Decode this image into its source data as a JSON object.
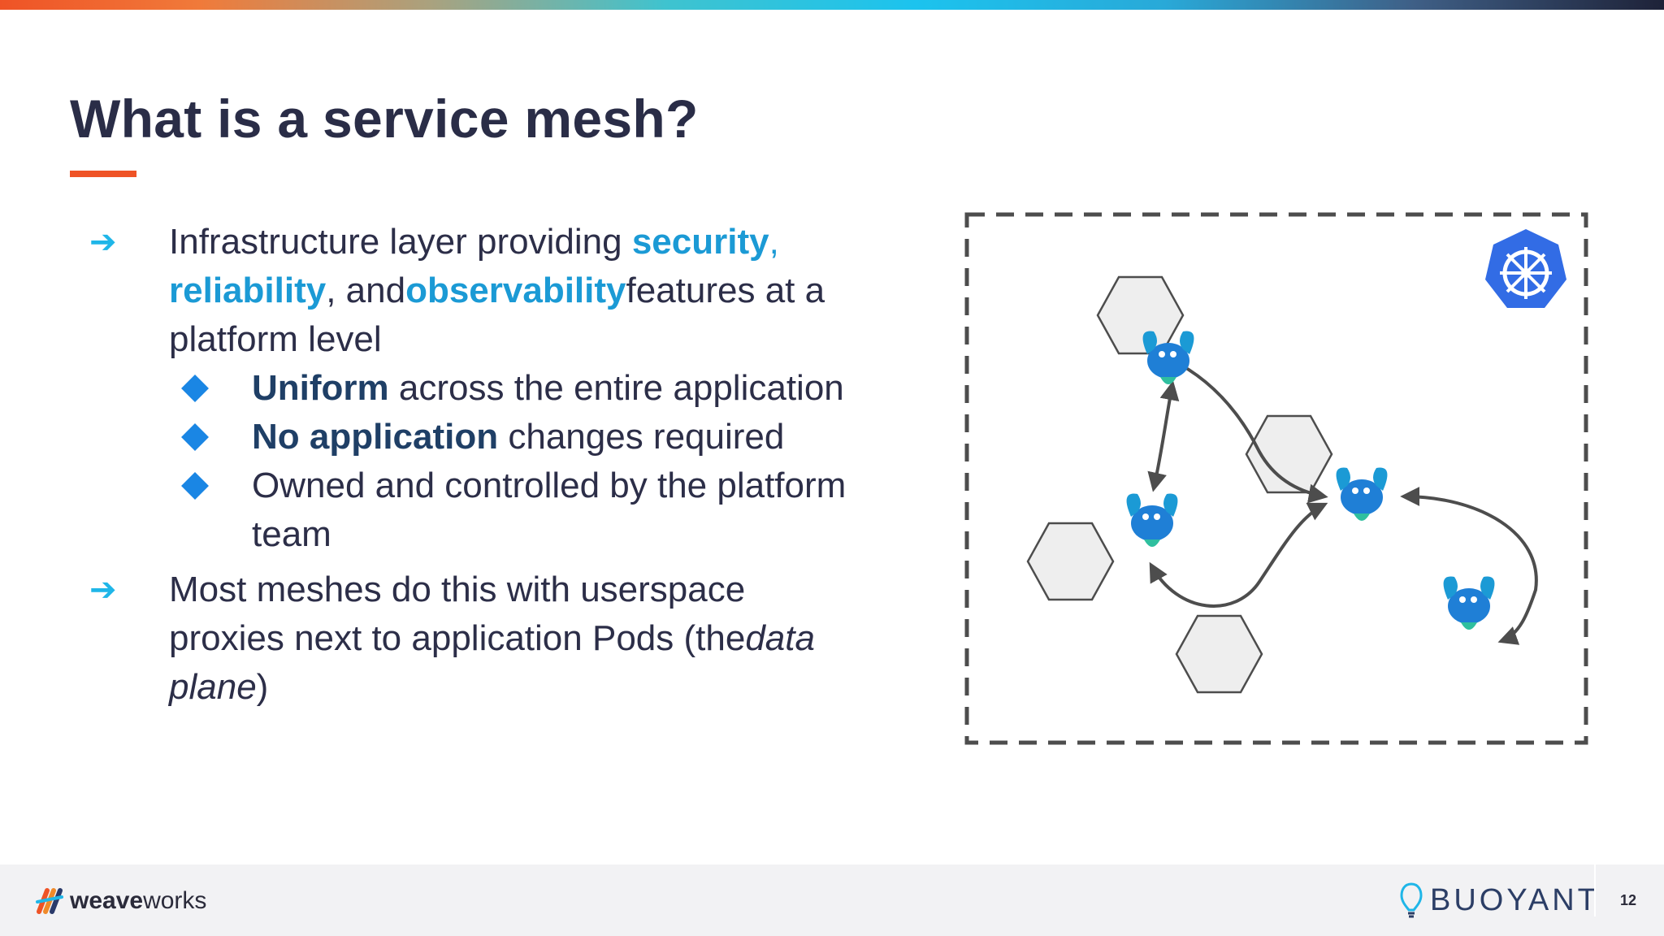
{
  "slide": {
    "title": "What is a service mesh?",
    "page_number": "12",
    "colors": {
      "accent": "#ef5326",
      "highlight": "#1b9ad5",
      "arrow": "#1fb6e8",
      "diamond": "#1a86e4",
      "text": "#2c2e48",
      "title": "#2a2d47"
    }
  },
  "bullets": {
    "b1": {
      "icon": "arrow-right-icon",
      "l1_a": "Infrastructure layer providing ",
      "l1_b": "security",
      "l1_c": ",",
      "l2_a": "reliability",
      "l2_b": ", and ",
      "l2_c": "observability",
      "l2_d": " features at a",
      "l3": "platform level"
    },
    "sub": [
      {
        "bold": "Uniform",
        "rest": " across the entire application"
      },
      {
        "bold": "No application",
        "rest": " changes required"
      },
      {
        "bold": "",
        "rest": "Owned and controlled by the platform",
        "cont": "team"
      }
    ],
    "b2": {
      "icon": "arrow-right-icon",
      "l1": "Most meshes do this with userspace",
      "l2_a": "proxies next to application Pods (the ",
      "l2_b": "data",
      "l3_a": "plane",
      "l3_b": ")"
    }
  },
  "diagram": {
    "icons": [
      "kubernetes-logo-icon",
      "hexagon-pod-icon",
      "linkerd-lobster-mascot-icon"
    ],
    "pods": 4
  },
  "footer": {
    "left_logo_bold": "weave",
    "left_logo_rest": "works",
    "right_logo": "BUOYANT"
  }
}
